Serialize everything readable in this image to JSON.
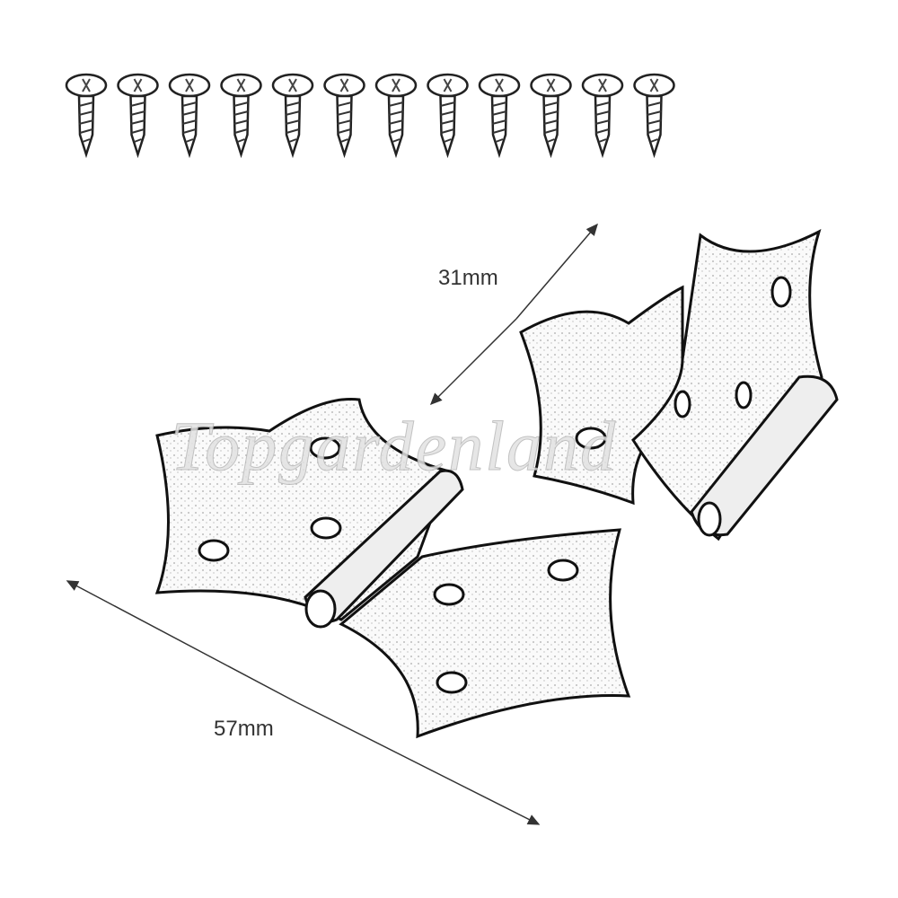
{
  "product": {
    "screw_count": 12,
    "dimensions": {
      "length": "57mm",
      "width": "31mm"
    },
    "watermark": "Topgardenland"
  }
}
